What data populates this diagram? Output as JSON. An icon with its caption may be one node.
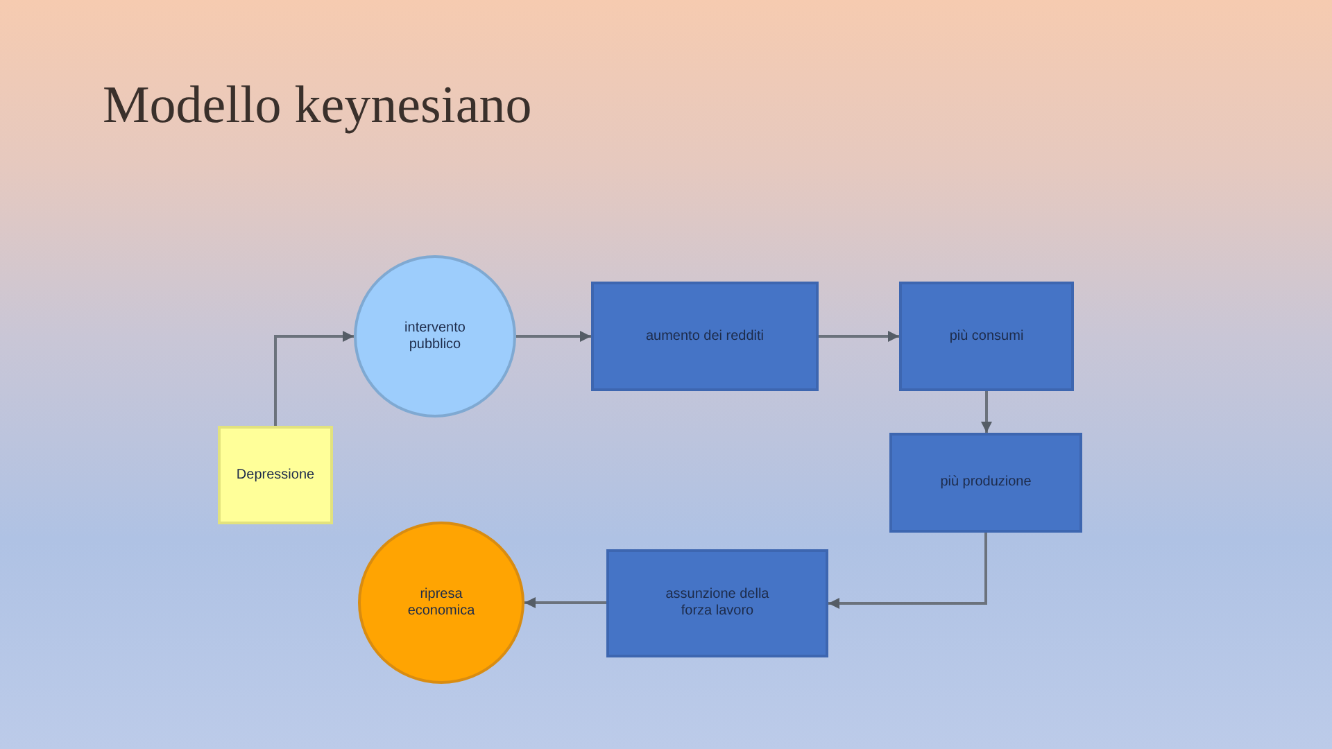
{
  "diagram": {
    "title": "Modello keynesiano",
    "nodes": [
      {
        "text": [
          "intervento pubblico"
        ]
      },
      {
        "text": [
          "aumento dei redditi"
        ]
      },
      {
        "text": [
          "più consumi"
        ]
      },
      {
        "text": [
          "Depressione"
        ]
      },
      {
        "text": [
          "più produzione"
        ]
      },
      {
        "text": [
          "assunzione della forza lavoro"
        ]
      },
      {
        "text": [
          "ripresa economica"
        ]
      }
    ],
    "edges": [
      {
        "from": 3,
        "to": 0,
        "arrow": "to"
      },
      {
        "from": 0,
        "to": 1,
        "arrow": "to"
      },
      {
        "from": 1,
        "to": 2,
        "arrow": "to"
      },
      {
        "from": 2,
        "to": 4,
        "arrow": "to"
      },
      {
        "from": 4,
        "to": 5,
        "arrow": "to"
      },
      {
        "from": 5,
        "to": 6,
        "arrow": "to"
      }
    ]
  }
}
